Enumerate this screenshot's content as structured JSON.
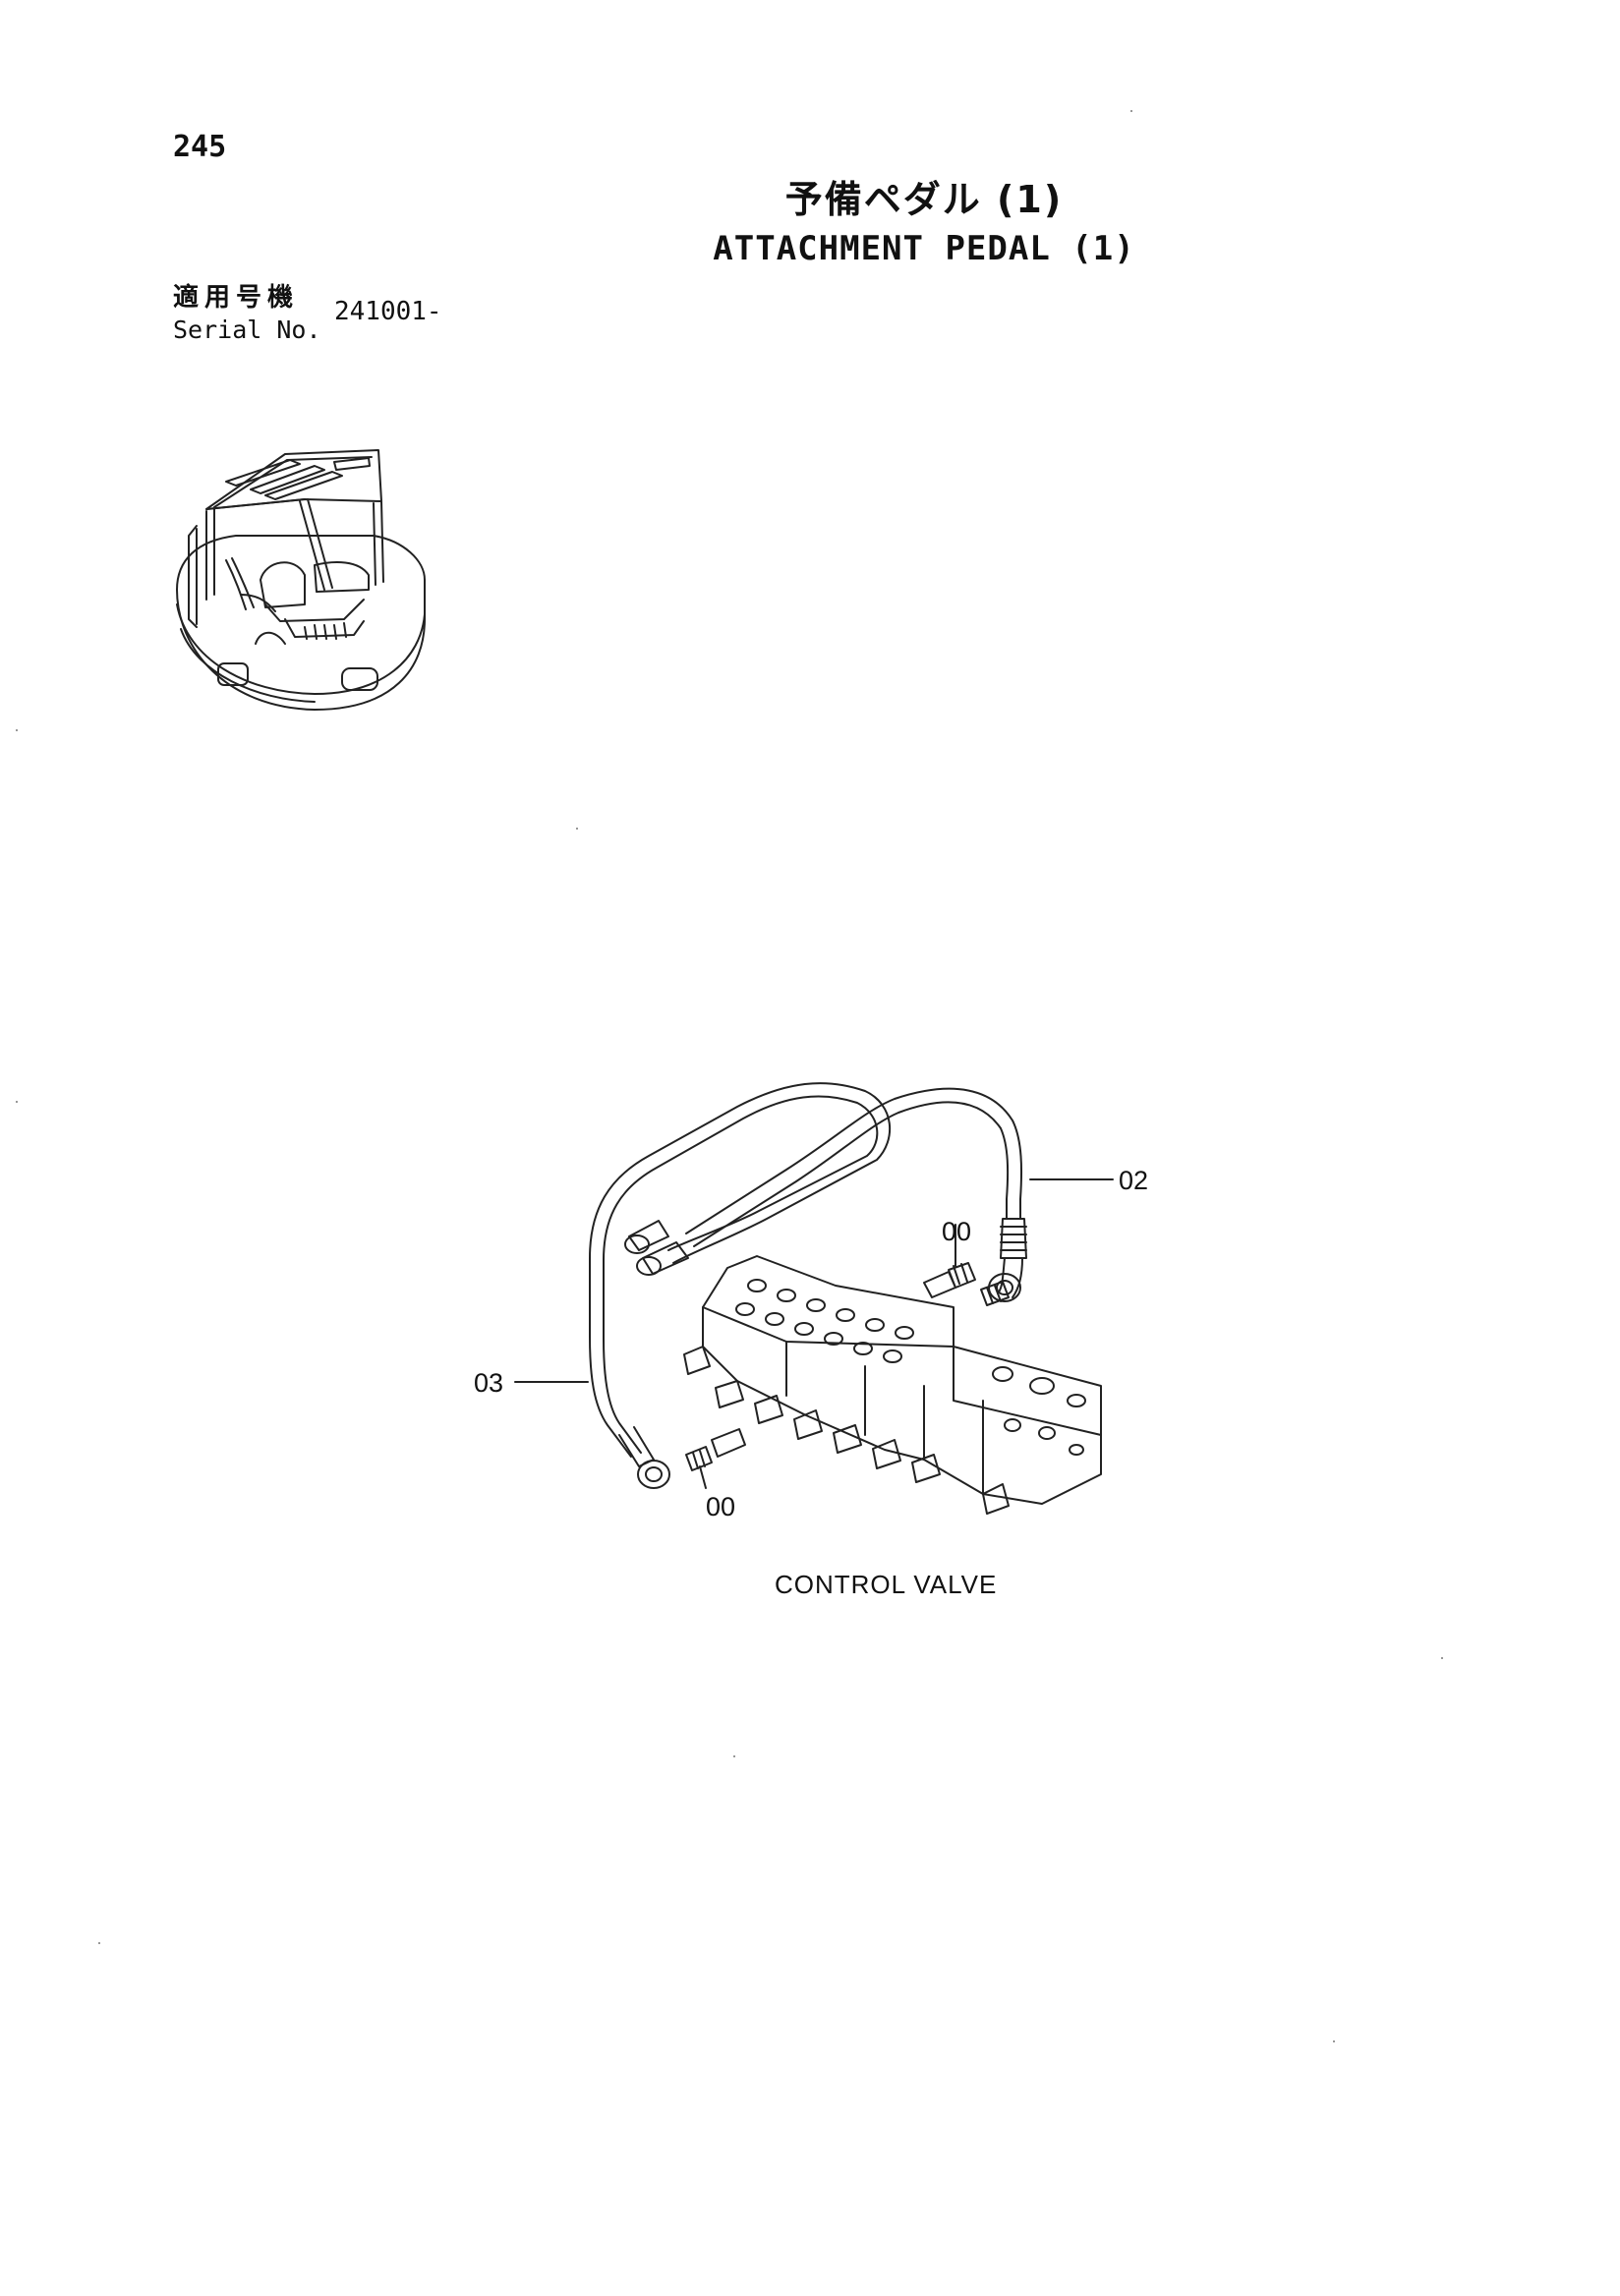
{
  "page": {
    "number": "245",
    "title_jp": "予備ペダル (1)",
    "title_en": "ATTACHMENT PEDAL (1)"
  },
  "serial": {
    "label_jp": "適用号機",
    "label_en": "Serial No.",
    "value": "241001-"
  },
  "callouts": {
    "hose_right": "02",
    "hose_left": "03",
    "adapter_top": "00",
    "adapter_bottom": "00"
  },
  "diagram": {
    "component_label": "CONTROL VALVE"
  }
}
